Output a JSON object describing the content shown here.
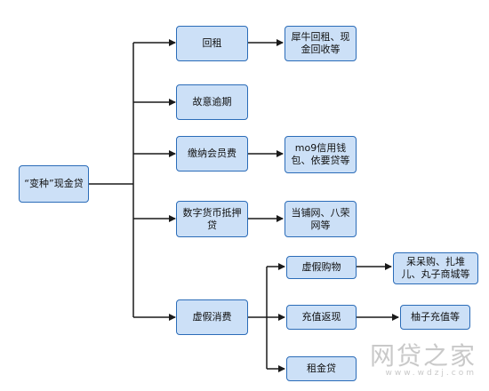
{
  "nodes": {
    "root": "“变种”现金贷",
    "rental": "回租",
    "overdue": "故意逾期",
    "membership": "缴纳会员费",
    "crypto": "数字货币抵押贷",
    "fake_consume": "虚假消费",
    "rental_examples": "犀牛回租、现金回收等",
    "membership_examples": "mo9信用钱包、依要贷等",
    "crypto_examples": "当铺网、八荣网等",
    "fake_shopping": "虚假购物",
    "recharge_cashback": "充值返现",
    "rent_loan": "租金贷",
    "shopping_examples": "呆呆购、扎堆儿、丸子商城等",
    "recharge_examples": "柚子充值等"
  },
  "watermark": {
    "text": "网贷之家",
    "sub": "www.wdzj.com"
  },
  "colors": {
    "node_fill": "#cce0f7",
    "node_border": "#2b6cb8",
    "connector": "#1a1a1a"
  }
}
